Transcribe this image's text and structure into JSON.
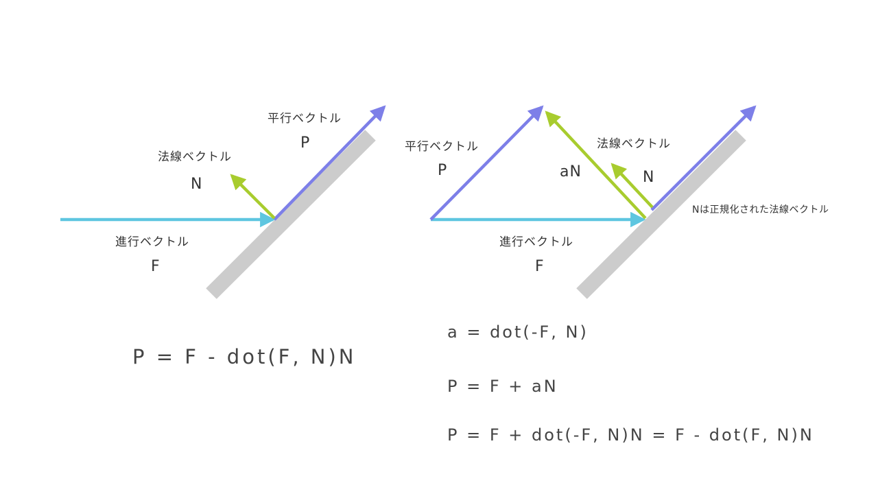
{
  "colors": {
    "wall": "#cccccc",
    "travel": "#5ec6e0",
    "parallel": "#7d7fe8",
    "normal": "#a8cc2e",
    "text": "#333333"
  },
  "left": {
    "parallel_label": "平行ベクトル",
    "parallel_var": "P",
    "normal_label": "法線ベクトル",
    "normal_var": "N",
    "travel_label": "進行ベクトル",
    "travel_var": "F",
    "formula": "P = F - dot(F, N)N"
  },
  "right": {
    "parallel_label": "平行ベクトル",
    "parallel_var": "P",
    "scaled_normal_var": "aN",
    "normal_label": "法線ベクトル",
    "normal_var": "N",
    "note": "Nは正規化された法線ベクトル",
    "travel_label": "進行ベクトル",
    "travel_var": "F",
    "formula_1": "a = dot(-F, N)",
    "formula_2": "P = F + aN",
    "formula_3": "P = F + dot(-F, N)N = F - dot(F, N)N"
  }
}
